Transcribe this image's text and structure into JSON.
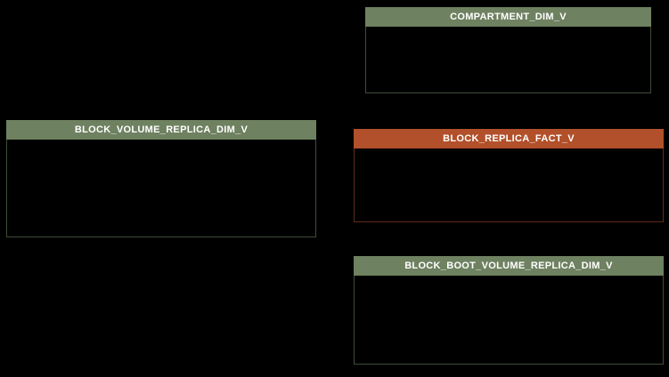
{
  "diagram": {
    "background_color": "#000000",
    "title_text_color": "#ffffff",
    "tables": [
      {
        "title": "COMPARTMENT_DIM_V",
        "type": "dimension",
        "header_color": "#6e8160",
        "border_color": "#3f4c37",
        "body_color": "#000000"
      },
      {
        "title": "BLOCK_VOLUME_REPLICA_DIM_V",
        "type": "dimension",
        "header_color": "#6e8160",
        "border_color": "#3f4c37",
        "body_color": "#000000"
      },
      {
        "title": "BLOCK_REPLICA_FACT_V",
        "type": "fact",
        "header_color": "#b1502a",
        "border_color": "#5f2b18",
        "body_color": "#000000"
      },
      {
        "title": "BLOCK_BOOT_VOLUME_REPLICA_DIM_V",
        "type": "dimension",
        "header_color": "#6e8160",
        "border_color": "#3f4c37",
        "body_color": "#000000"
      }
    ]
  }
}
